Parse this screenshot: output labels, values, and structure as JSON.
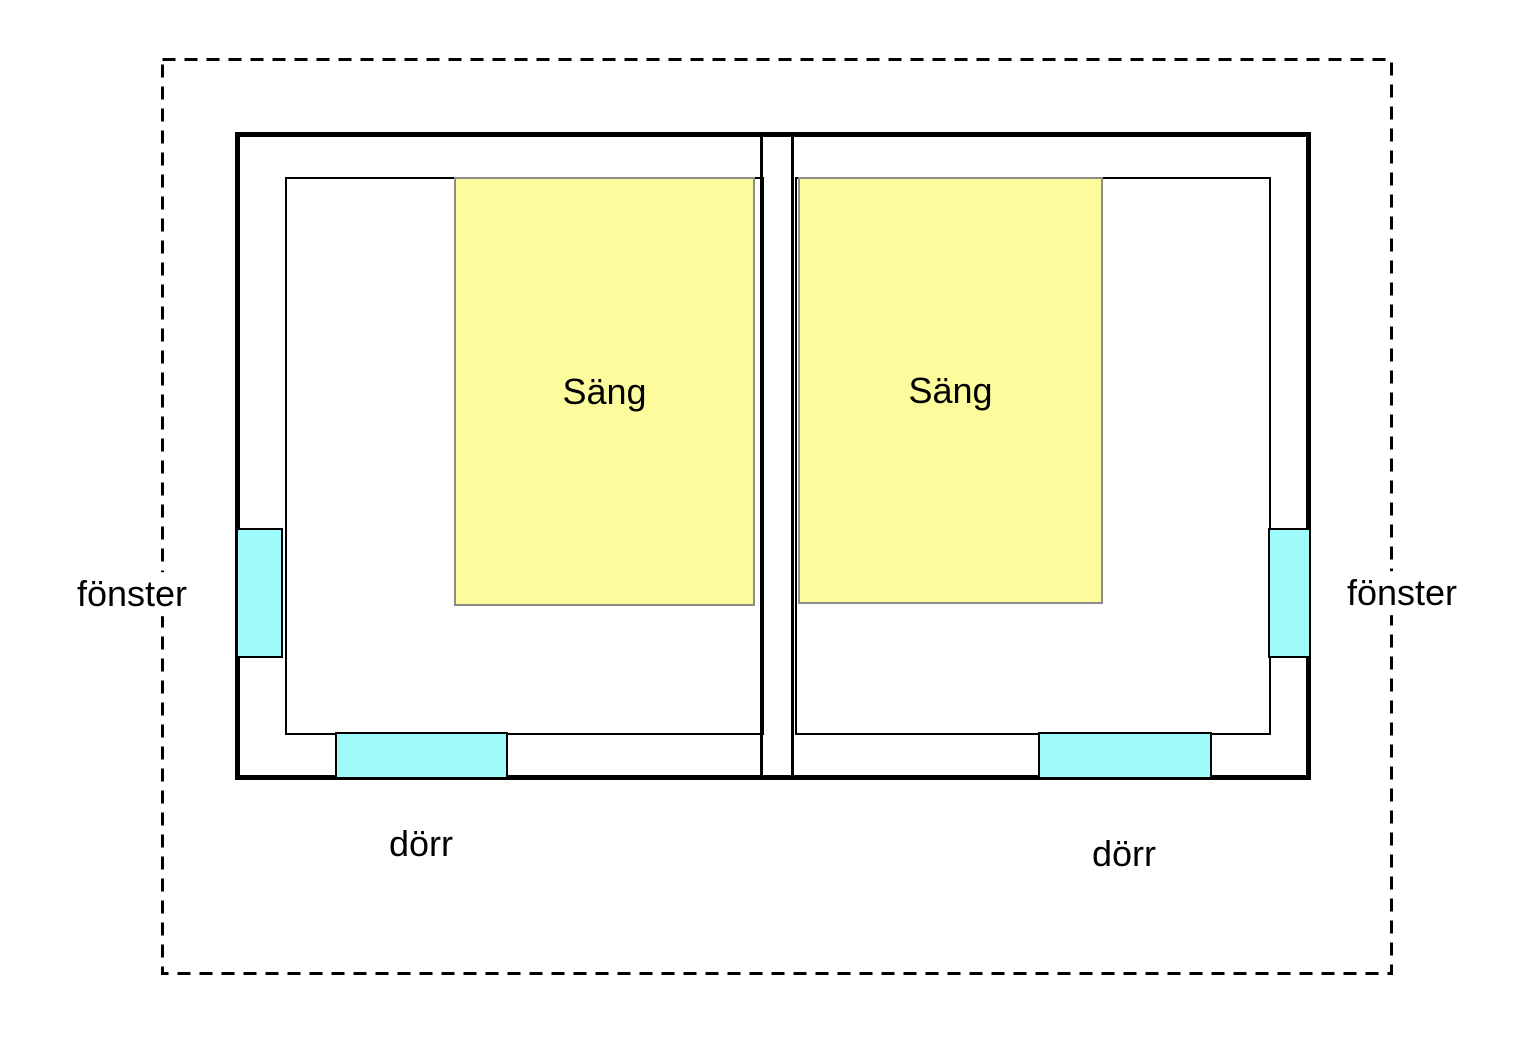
{
  "labels": {
    "bed_left": "Säng",
    "bed_right": "Säng",
    "window_left": "fönster",
    "window_right": "fönster",
    "door_left": "dörr",
    "door_right": "dörr"
  },
  "colors": {
    "line": "#000000",
    "background": "#ffffff",
    "bed_fill": "#fcfc9c",
    "bed_border": "#8c8c8c",
    "opening_fill": "#9ffafa"
  }
}
